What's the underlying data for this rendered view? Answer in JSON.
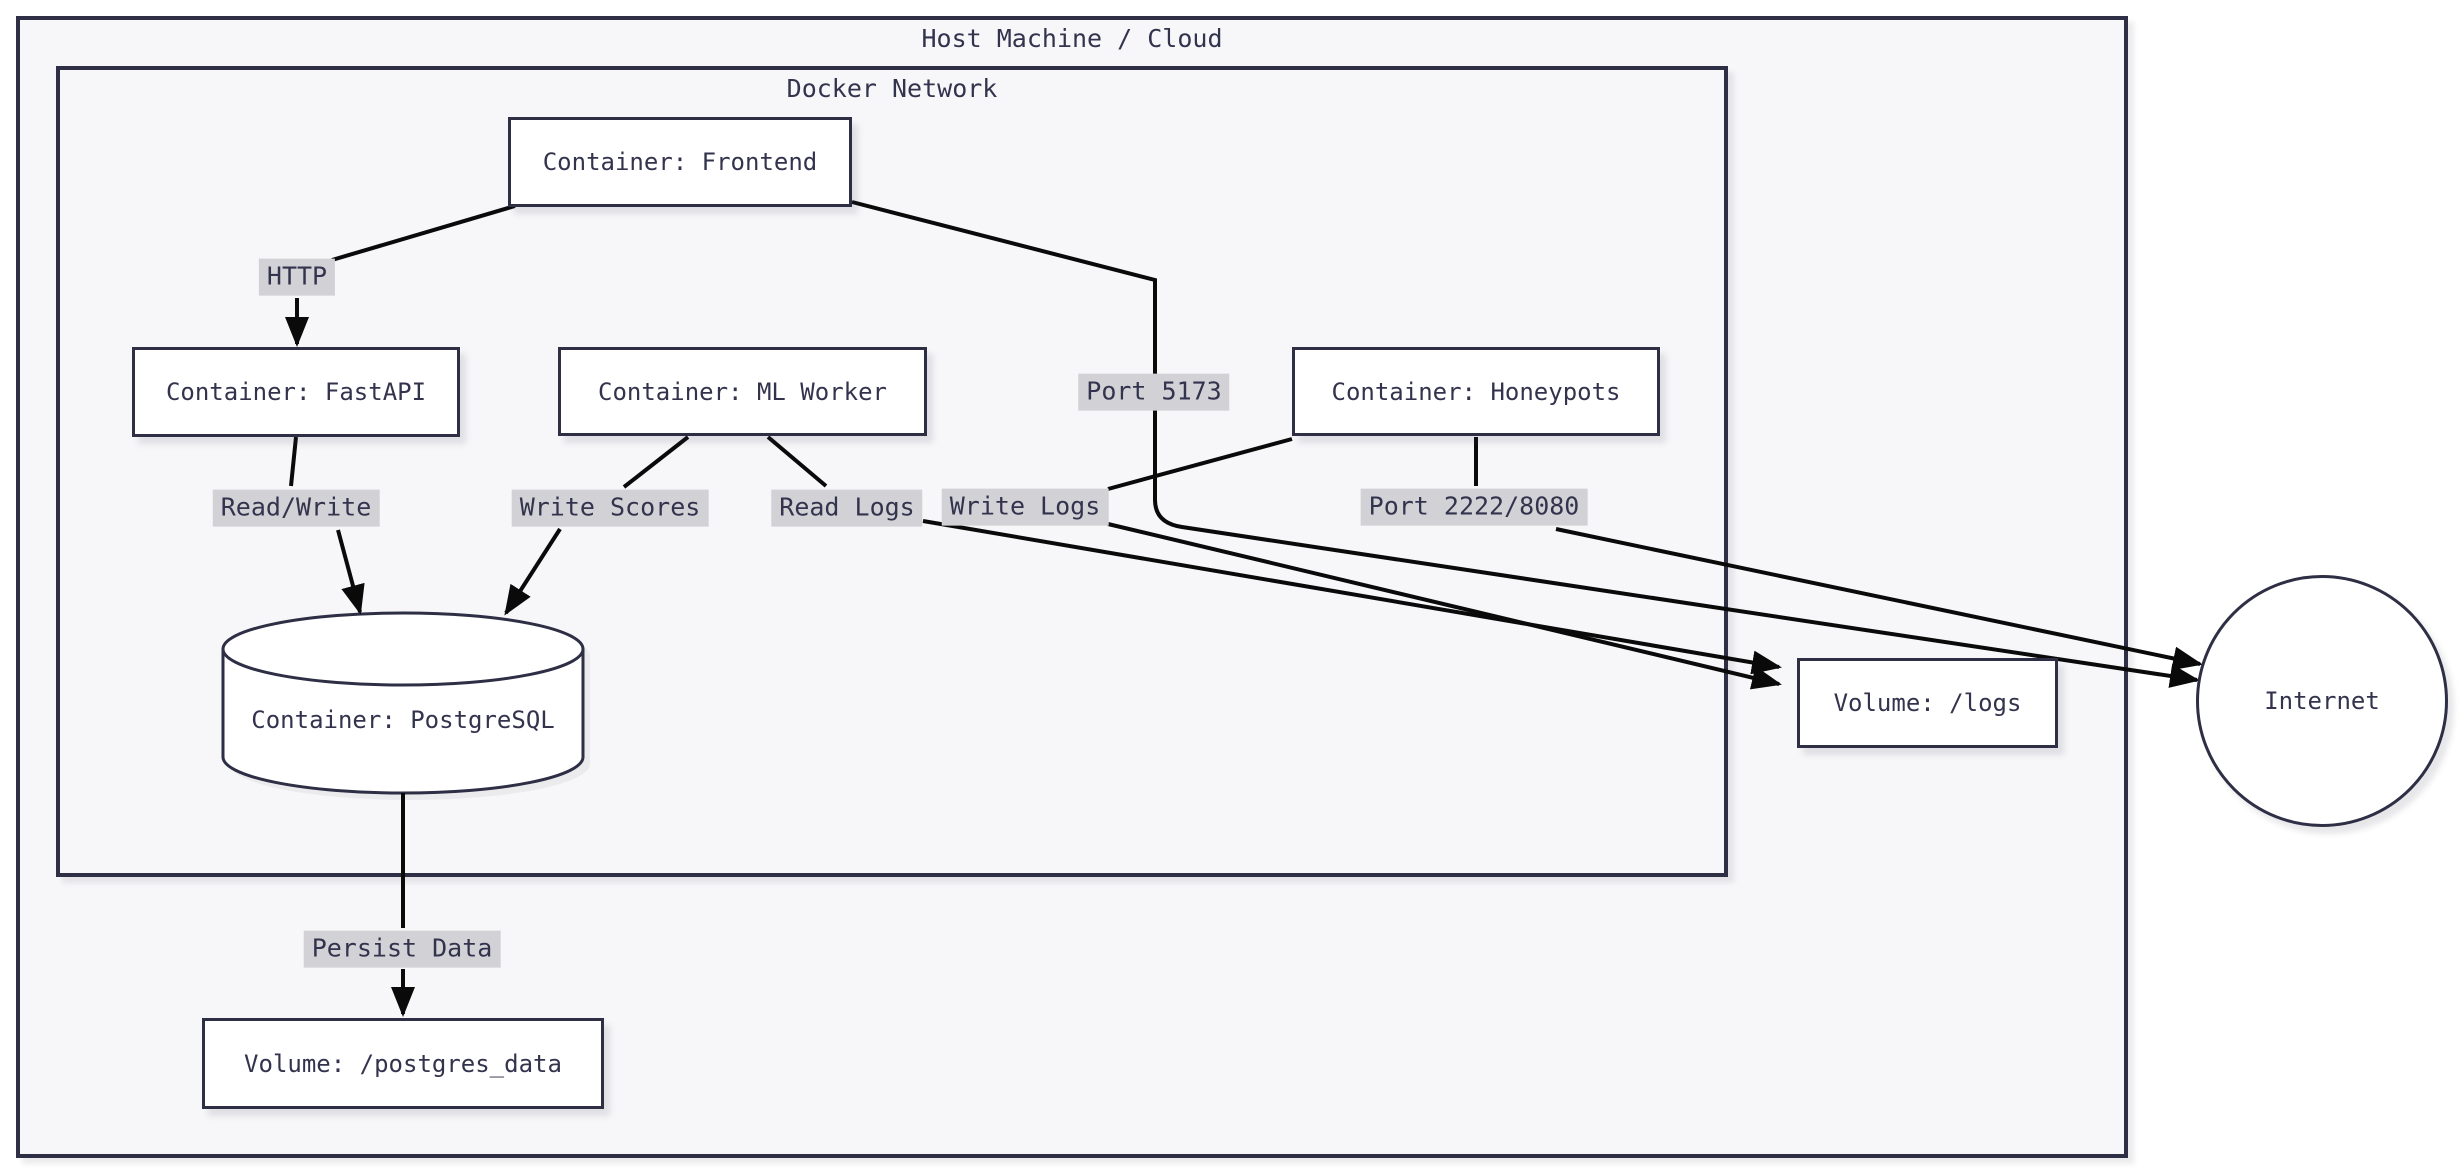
{
  "diagram": {
    "outer_title": "Host Machine / Cloud",
    "inner_title": "Docker Network",
    "nodes": {
      "frontend": {
        "label": "Container: Frontend",
        "shape": "rect"
      },
      "fastapi": {
        "label": "Container: FastAPI",
        "shape": "rect"
      },
      "ml_worker": {
        "label": "Container: ML Worker",
        "shape": "rect"
      },
      "honeypots": {
        "label": "Container: Honeypots",
        "shape": "rect"
      },
      "postgresql": {
        "label": "Container: PostgreSQL",
        "shape": "cylinder"
      },
      "volume_logs": {
        "label": "Volume: /logs",
        "shape": "rect"
      },
      "volume_postgres_data": {
        "label": "Volume: /postgres_data",
        "shape": "rect"
      },
      "internet": {
        "label": "Internet",
        "shape": "circle"
      }
    },
    "edge_labels": {
      "http": "HTTP",
      "port_5173": "Port 5173",
      "read_write": "Read/Write",
      "write_scores": "Write Scores",
      "read_logs": "Read Logs",
      "write_logs": "Write Logs",
      "port_2222_8080": "Port 2222/8080",
      "persist_data": "Persist Data"
    },
    "edges": [
      {
        "from": "Container: Frontend",
        "label": "HTTP",
        "to": "Container: FastAPI"
      },
      {
        "from": "Container: Frontend",
        "label": "Port 5173",
        "to": "Internet"
      },
      {
        "from": "Container: FastAPI",
        "label": "Read/Write",
        "to": "Container: PostgreSQL"
      },
      {
        "from": "Container: ML Worker",
        "label": "Write Scores",
        "to": "Container: PostgreSQL"
      },
      {
        "from": "Container: ML Worker",
        "label": "Read Logs",
        "to": "Volume: /logs"
      },
      {
        "from": "Container: Honeypots",
        "label": "Write Logs",
        "to": "Volume: /logs"
      },
      {
        "from": "Container: Honeypots",
        "label": "Port 2222/8080",
        "to": "Internet"
      },
      {
        "from": "Container: PostgreSQL",
        "label": "Persist Data",
        "to": "Volume: /postgres_data"
      }
    ],
    "colors": {
      "border": "#2e2e45",
      "text": "#33334e",
      "node_fill": "#ffffff",
      "canvas_fill": "#f7f7f9",
      "edge_line": "#0a0a0a",
      "edge_label_bg": "#d2d2d6"
    }
  }
}
